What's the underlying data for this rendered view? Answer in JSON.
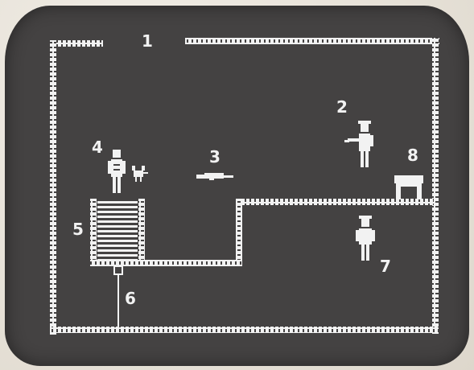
{
  "game": {
    "labels": {
      "l1": "1",
      "l2": "2",
      "l3": "3",
      "l4": "4",
      "l5": "5",
      "l6": "6",
      "l7": "7",
      "l8": "8"
    }
  },
  "colors": {
    "screen": "#444242",
    "wall": "#f2f2f2",
    "background": "#e9e4db"
  },
  "icons": {
    "player": "stick-figure-icon",
    "guard_top": "guard-with-gun-icon",
    "body": "fallen-body-icon",
    "guard_bottom": "guard-icon",
    "pet": "small-animal-icon",
    "chest": "chest-icon",
    "stairs": "staircase-icon",
    "rope": "rope-icon"
  }
}
